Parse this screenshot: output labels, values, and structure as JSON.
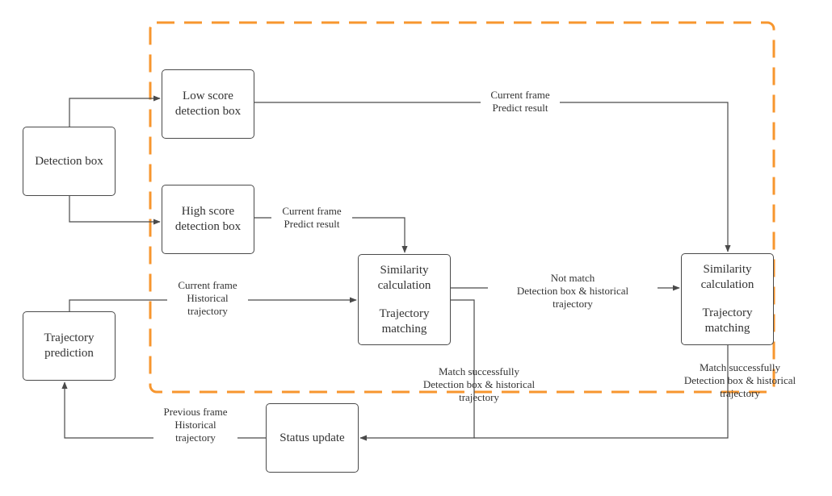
{
  "nodes": {
    "detection_box": [
      "Detection box"
    ],
    "low_score": [
      "Low score",
      "detection box"
    ],
    "high_score": [
      "High score",
      "detection box"
    ],
    "similarity_1": [
      "Similarity",
      "calculation",
      "Trajectory",
      "matching"
    ],
    "similarity_2": [
      "Similarity",
      "calculation",
      "Trajectory",
      "matching"
    ],
    "trajectory_prediction": [
      "Trajectory",
      "prediction"
    ],
    "status_update": [
      "Status update"
    ]
  },
  "edges": {
    "low_to_sim2": [
      "Current frame",
      "Predict result"
    ],
    "high_to_sim1": [
      "Current frame",
      "Predict result"
    ],
    "pred_to_sim1": [
      "Current frame",
      "Historical",
      "trajectory"
    ],
    "sim1_to_sim2": [
      "Not match",
      "Detection box & historical",
      "trajectory"
    ],
    "sim1_to_status": [
      "Match successfully",
      "Detection box & historical",
      "trajectory"
    ],
    "sim2_to_status": [
      "Match successfully",
      "Detection box & historical",
      "trajectory"
    ],
    "status_to_pred": [
      "Previous frame",
      "Historical",
      "trajectory"
    ]
  },
  "colors": {
    "boundary": "#f7962e",
    "line": "#4a4a4a",
    "text": "#333333"
  }
}
